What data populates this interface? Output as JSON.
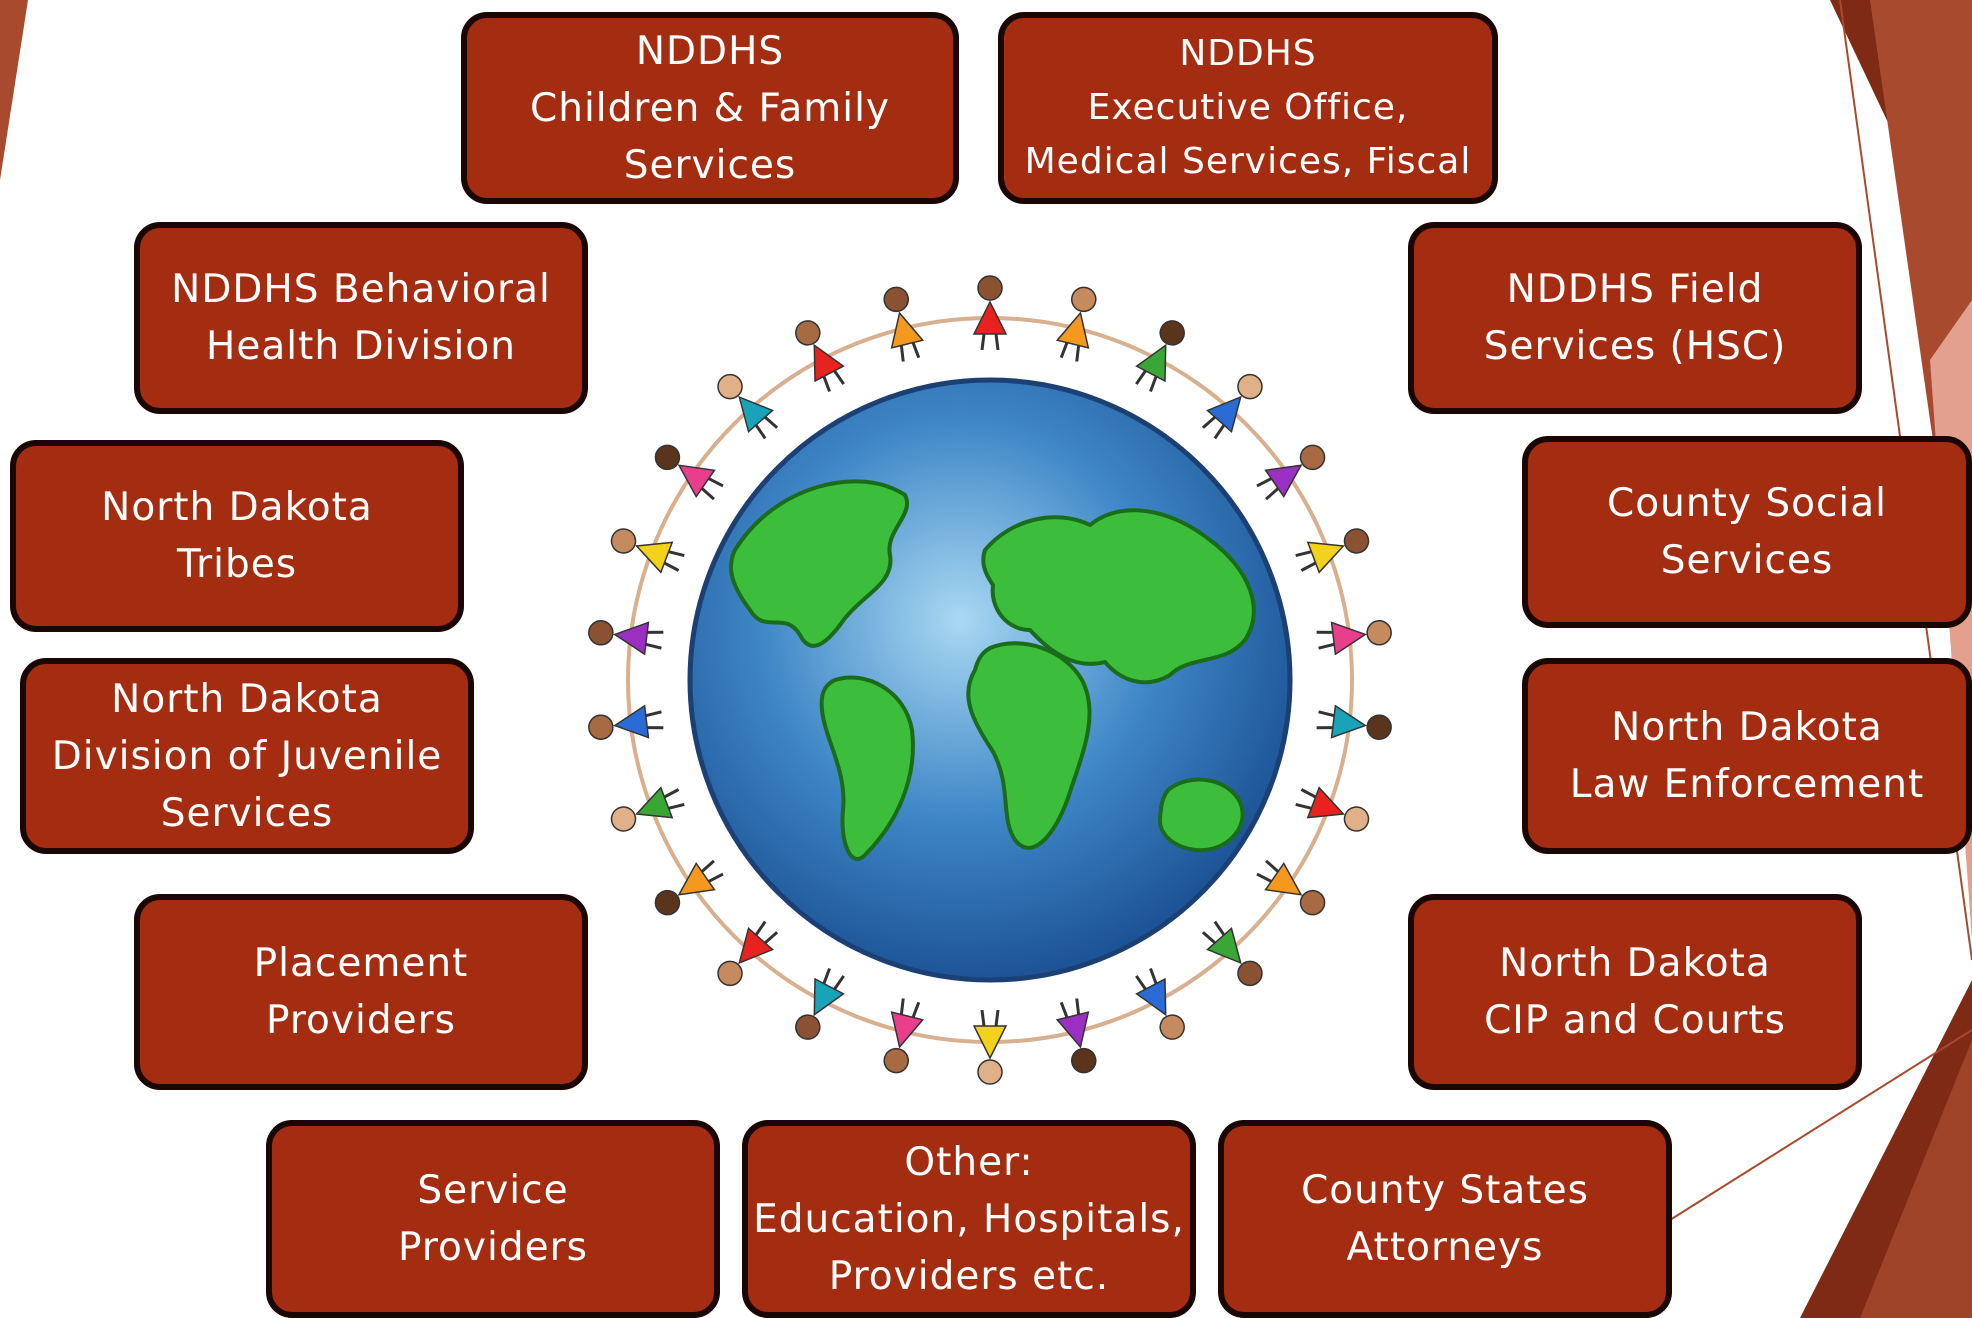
{
  "diagram": {
    "center_image": "globe-with-children-holding-hands",
    "colors": {
      "box_fill": "#a42c10",
      "box_border": "#1a0703",
      "box_text": "#ffffff",
      "deco_dark": "#7e2a14",
      "deco_mid": "#a84a2e",
      "deco_light": "#e3a08e"
    },
    "boxes": [
      {
        "id": "nddhs-cfs",
        "lines": [
          "NDDHS",
          "Children & Family",
          "Services"
        ]
      },
      {
        "id": "nddhs-exec",
        "lines": [
          "NDDHS",
          "Executive Office,",
          "Medical Services, Fiscal"
        ]
      },
      {
        "id": "nddhs-bhd",
        "lines": [
          "NDDHS Behavioral",
          "Health Division"
        ]
      },
      {
        "id": "nddhs-field",
        "lines": [
          "NDDHS Field",
          "Services (HSC)"
        ]
      },
      {
        "id": "nd-tribes",
        "lines": [
          "North Dakota",
          "Tribes"
        ]
      },
      {
        "id": "county-social",
        "lines": [
          "County Social",
          "Services"
        ]
      },
      {
        "id": "nd-djs",
        "lines": [
          "North Dakota",
          "Division of Juvenile",
          "Services"
        ]
      },
      {
        "id": "nd-law",
        "lines": [
          "North Dakota",
          "Law Enforcement"
        ]
      },
      {
        "id": "placement",
        "lines": [
          "Placement",
          "Providers"
        ]
      },
      {
        "id": "nd-cip",
        "lines": [
          "North Dakota",
          "CIP and Courts"
        ]
      },
      {
        "id": "service",
        "lines": [
          "Service",
          "Providers"
        ]
      },
      {
        "id": "other",
        "lines": [
          "Other:",
          "Education, Hospitals,",
          "Providers  etc."
        ]
      },
      {
        "id": "county-attorneys",
        "lines": [
          "County States",
          "Attorneys"
        ]
      }
    ]
  }
}
